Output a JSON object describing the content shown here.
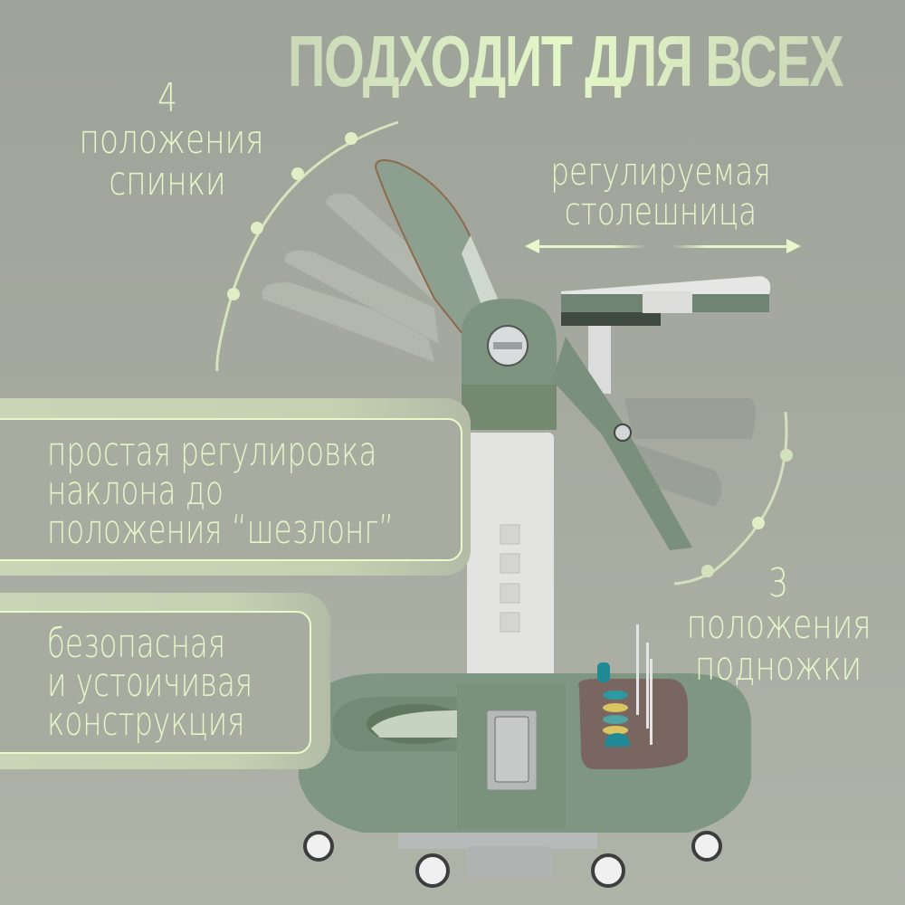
{
  "title": "ПОДХОДИТ ДЛЯ ВСЕХ",
  "callouts": {
    "backrest": {
      "lines": [
        "4",
        "положения",
        "спинки"
      ],
      "count": 4
    },
    "tabletop": {
      "lines": [
        "регулируемая",
        "столешница"
      ]
    },
    "footrest": {
      "lines": [
        "3",
        "положения",
        "подножки"
      ],
      "count": 3
    }
  },
  "panels": {
    "recline": {
      "lines": [
        "простая регулировка",
        "наклона до",
        "положения “шезлонг”"
      ]
    },
    "stability": {
      "lines": [
        "безопасная",
        "и устоичивая",
        "конструкция"
      ]
    }
  },
  "colors": {
    "background": "#a4a89e",
    "accent_text": "#e4f6c8",
    "panel_band": "#c8d6b7",
    "chair_green": "#7d9580",
    "column_white": "#e4e4e2",
    "toy_tray": "#7a6660",
    "toy_teal": "#1f8a96",
    "toy_yellow": "#d9c462"
  },
  "icons": {
    "tabletop_arrows": "double-arrow-horizontal",
    "backrest_arc": "arc-with-4-dots",
    "footrest_arc": "arc-with-3-dots"
  }
}
